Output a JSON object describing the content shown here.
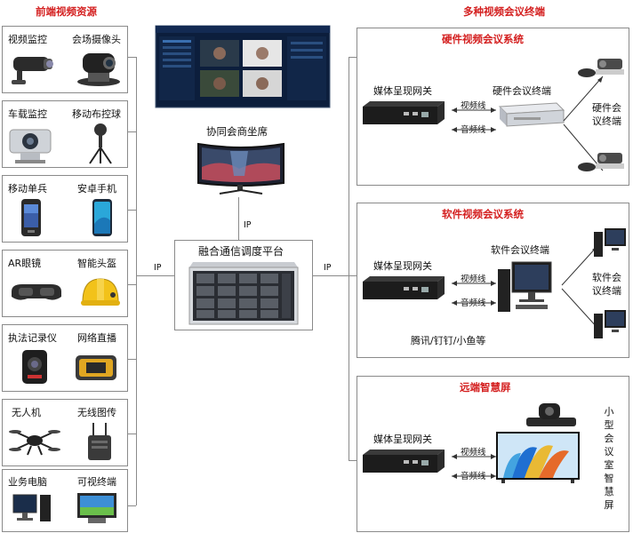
{
  "left": {
    "title": "前端视频资源",
    "rows": [
      {
        "a": "视频监控",
        "b": "会场摄像头",
        "icon_a": "bullet-camera-icon",
        "icon_b": "ptz-conference-camera-icon"
      },
      {
        "a": "车载监控",
        "b": "移动布控球",
        "icon_a": "vehicle-ptz-camera-icon",
        "icon_b": "tripod-dome-camera-icon"
      },
      {
        "a": "移动单兵",
        "b": "安卓手机",
        "icon_a": "rugged-handset-icon",
        "icon_b": "android-phone-icon"
      },
      {
        "a": "AR眼镜",
        "b": "智能头盔",
        "icon_a": "ar-glasses-icon",
        "icon_b": "smart-helmet-icon"
      },
      {
        "a": "执法记录仪",
        "b": "网络直播",
        "icon_a": "body-camera-icon",
        "icon_b": "live-stream-encoder-icon"
      },
      {
        "a": "无人机",
        "b": "无线图传",
        "icon_a": "drone-icon",
        "icon_b": "wireless-transmitter-icon"
      },
      {
        "a": "业务电脑",
        "b": "可视终端",
        "icon_a": "desktop-pc-icon",
        "icon_b": "video-terminal-icon"
      }
    ]
  },
  "center": {
    "seat_label": "协同会商坐席",
    "platform_label": "融合通信调度平台",
    "ip_top": "IP",
    "ip_left": "IP",
    "ip_right": "IP"
  },
  "right": {
    "title": "多种视频会议终端",
    "hardware": {
      "title": "硬件视频会议系统",
      "gateway": "媒体呈现网关",
      "terminal": "硬件会议终端",
      "video_line": "视频线",
      "audio_line": "音频线",
      "side_label": "硬件会议终端"
    },
    "software": {
      "title": "软件视频会议系统",
      "gateway": "媒体呈现网关",
      "terminal": "软件会议终端",
      "video_line": "视频线",
      "audio_line": "音频线",
      "side_label": "软件会议终端",
      "apps": "腾讯/钉钉/小鱼等"
    },
    "smart": {
      "title": "远端智慧屏",
      "gateway": "媒体呈现网关",
      "video_line": "视频线",
      "audio_line": "音频线",
      "side_label": "小型会议室智慧屏"
    }
  }
}
